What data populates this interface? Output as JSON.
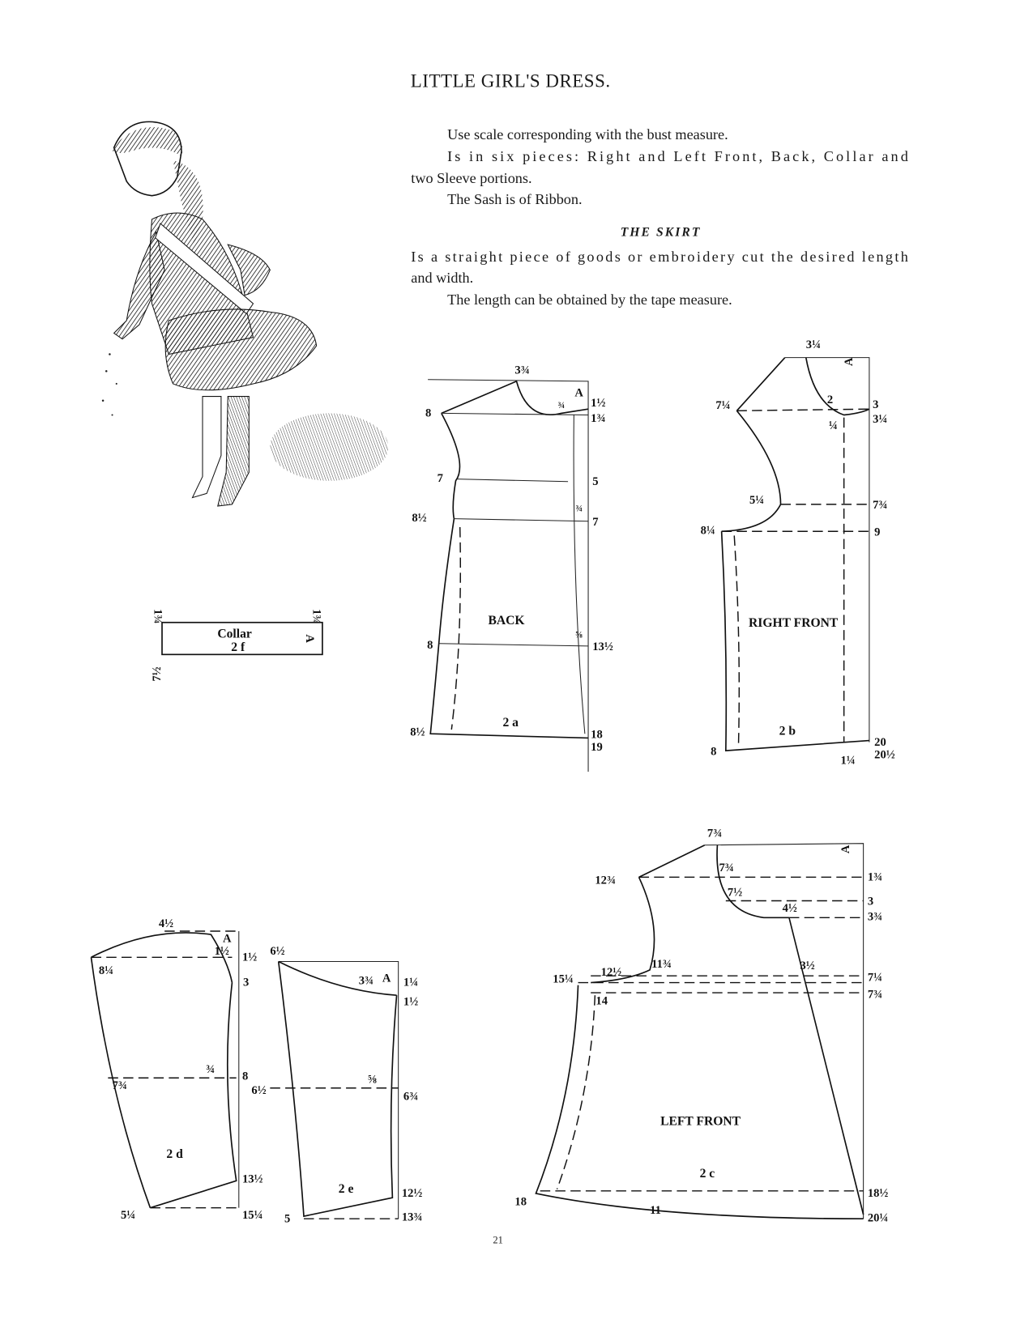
{
  "title": "LITTLE GIRL'S DRESS.",
  "intro_lines": [
    "Use scale corresponding with the bust measure.",
    "Is in six pieces: Right and Left Front, Back, Collar and",
    "two Sleeve portions.",
    "The Sash is of Ribbon."
  ],
  "skirt_heading": "THE SKIRT",
  "skirt_lines": [
    "Is a straight piece of goods or embroidery cut the desired length",
    "and width.",
    "The length can be obtained by the tape measure."
  ],
  "page_number": "21",
  "pieces": {
    "collar": {
      "name": "Collar",
      "code": "2 f",
      "m": [
        "1¾",
        "1¾",
        "A",
        "7½"
      ]
    },
    "back": {
      "name": "BACK",
      "code": "2 a",
      "m": [
        "3¾",
        "A",
        "¾",
        "1½",
        "1¾",
        "8",
        "7",
        "5",
        "¾",
        "7",
        "8½",
        "⅝",
        "13½",
        "8",
        "8½",
        "18",
        "19"
      ]
    },
    "right_front": {
      "name": "RIGHT FRONT",
      "code": "2 b",
      "m": [
        "3¼",
        "A",
        "7¼",
        "2",
        "3",
        "3¼",
        "¼",
        "5¼",
        "7¾",
        "8¼",
        "9",
        "8",
        "20",
        "20½",
        "1¼"
      ]
    },
    "sleeve_upper": {
      "code": "2 d",
      "m": [
        "4½",
        "A",
        "1½",
        "1½",
        "8¼",
        "3",
        "7¾",
        "¾",
        "8",
        "13½",
        "5¼",
        "15¼"
      ]
    },
    "sleeve_under": {
      "code": "2 e",
      "m": [
        "6½",
        "3¾",
        "A",
        "1¼",
        "1½",
        "6½",
        "⅝",
        "6¾",
        "12½",
        "5",
        "13¾"
      ]
    },
    "left_front": {
      "name": "LEFT FRONT",
      "code": "2 c",
      "m": [
        "7¾",
        "A",
        "12¾",
        "7¾",
        "7½",
        "4½",
        "1¾",
        "3",
        "3¾",
        "12½",
        "11¾",
        "15¼",
        "3½",
        "7¼",
        "7¾",
        "14",
        "18",
        "18½",
        "11",
        "20¼"
      ]
    }
  }
}
